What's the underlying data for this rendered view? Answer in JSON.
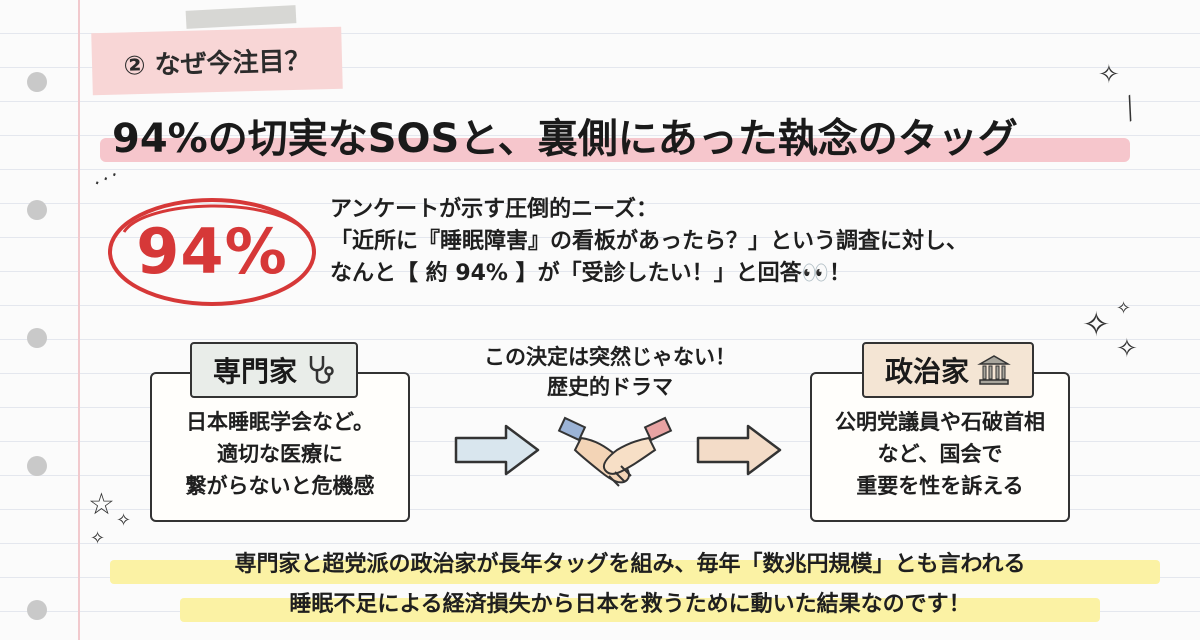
{
  "section_label": "② なぜ今注目？",
  "title": "94%の切実なSOSと、裏側にあった執念のタッグ",
  "stat": {
    "value": "94%",
    "color": "#d63838"
  },
  "survey": {
    "line1": "アンケートが示す圧倒的ニーズ：",
    "line2": "「近所に『睡眠障害』の看板があったら？」という調査に対し、",
    "line3": "なんと【 約 94% 】が「受診したい！」と回答👀！"
  },
  "left_card": {
    "title": "専門家",
    "icon": "stethoscope-icon",
    "lines": [
      "日本睡眠学会など。",
      "適切な医療に",
      "繋がらないと危機感"
    ]
  },
  "middle": {
    "line1": "この決定は突然じゃない！",
    "line2": "歴史的ドラマ",
    "icon": "handshake-icon"
  },
  "right_card": {
    "title": "政治家",
    "icon": "parliament-building-icon",
    "lines": [
      "公明党議員や石破首相",
      "など、国会で",
      "重要を性を訴える"
    ]
  },
  "bottom": {
    "line1": "専門家と超党派の政治家が長年タッグを組み、毎年「数兆円規模」とも言われる",
    "line2": "睡眠不足による経済損失から日本を救うために動いた結果なのです！"
  },
  "colors": {
    "label_bg": "#f8d6d6",
    "title_highlight": "#f6c6cc",
    "bottom_highlight": "#fbf2a4",
    "left_tab_bg": "#e9ede9",
    "right_tab_bg": "#f4e5d4"
  }
}
